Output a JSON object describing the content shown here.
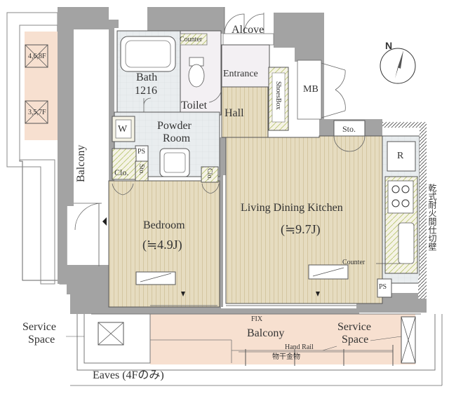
{
  "rooms": {
    "alcove": "Alcove",
    "bath_name": "Bath",
    "bath_size": "1216",
    "counter_top": "Counter",
    "toilet": "Toilet",
    "entrance": "Entrance",
    "mb": "MB",
    "shoes_box": "ShoesBox",
    "hall": "Hall",
    "washer": "W",
    "powder_room_1": "Powder",
    "powder_room_2": "Room",
    "ps_left": "PS",
    "clo_1": "Clo.",
    "sto_small": "Sto.",
    "clo_2": "Clo.",
    "sto_ldk": "Sto.",
    "fridge": "R",
    "ldk_name": "Living Dining Kitchen",
    "ldk_size": "(≒9.7J)",
    "bedroom_name": "Bedroom",
    "bedroom_size": "(≒4.9J)",
    "counter_kitchen": "Counter",
    "ps_right": "PS",
    "balcony_west": "Balcony",
    "floor_upper": "4,6,8F",
    "floor_lower": "3,5,7F",
    "fix": "FIX",
    "balcony_south": "Balcony",
    "hand_rail": "Hand Rail",
    "drying_hardware": "物干金物",
    "service_space_left_1": "Service",
    "service_space_left_2": "Space",
    "service_space_right_1": "Service",
    "service_space_right_2": "Space",
    "eaves": "Eaves (4Fのみ)",
    "fire_wall": "乾式耐火間仕切壁",
    "north": "N"
  },
  "colors": {
    "wall": "#a3a3a3",
    "wood_floor": "#e6dcc0",
    "wood_line": "#c9b98f",
    "tile_floor": "#e8ecee",
    "balcony_floor": "#f7e0d0",
    "entrance_floor": "#f3f0f3"
  }
}
